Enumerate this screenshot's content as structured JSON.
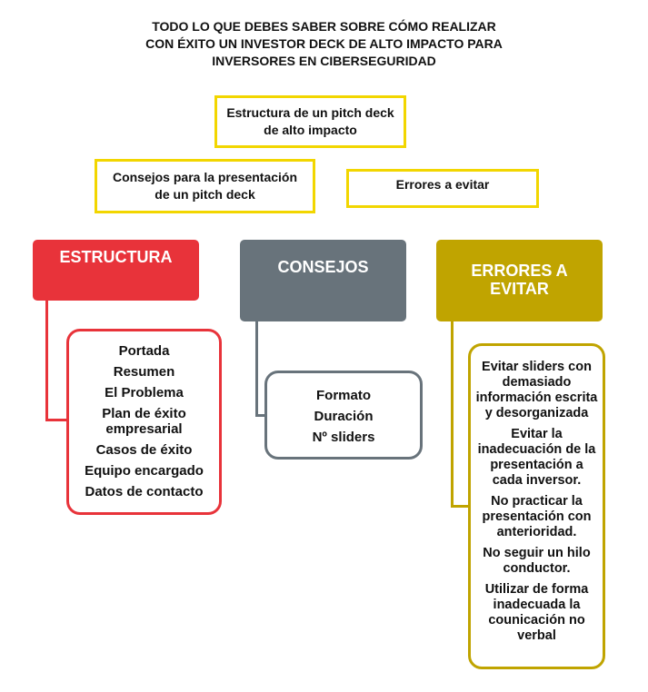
{
  "title": [
    "TODO LO QUE DEBES SABER SOBRE CÓMO REALIZAR",
    "CON ÉXITO UN INVESTOR DECK DE ALTO IMPACTO PARA",
    "INVERSORES EN CIBERSEGURIDAD"
  ],
  "links": {
    "estructura": "Estructura de un pitch deck de alto impacto",
    "consejos": "Consejos para la presentación de un pitch deck",
    "errores": "Errores a evitar"
  },
  "colors": {
    "estructura": "#e8333a",
    "consejos": "#68737b",
    "errores": "#c0a400",
    "link_border": "#f2d600"
  },
  "estructura": {
    "heading": "ESTRUCTURA",
    "items": [
      "Portada",
      "Resumen",
      "El Problema",
      "Plan de éxito empresarial",
      "Casos de éxito",
      "Equipo encargado",
      "Datos de contacto"
    ]
  },
  "consejos": {
    "heading": "CONSEJOS",
    "items": [
      "Formato",
      "Duración",
      "Nº sliders"
    ]
  },
  "errores": {
    "heading": "ERRORES A EVITAR",
    "items": [
      "Evitar sliders con demasiado información escrita y desorganizada",
      "Evitar la inadecuación de la presentación a cada inversor.",
      "No practicar la presentación con anterioridad.",
      "No seguir un hilo conductor.",
      "Utilizar de forma inadecuada la counicación no verbal"
    ]
  }
}
